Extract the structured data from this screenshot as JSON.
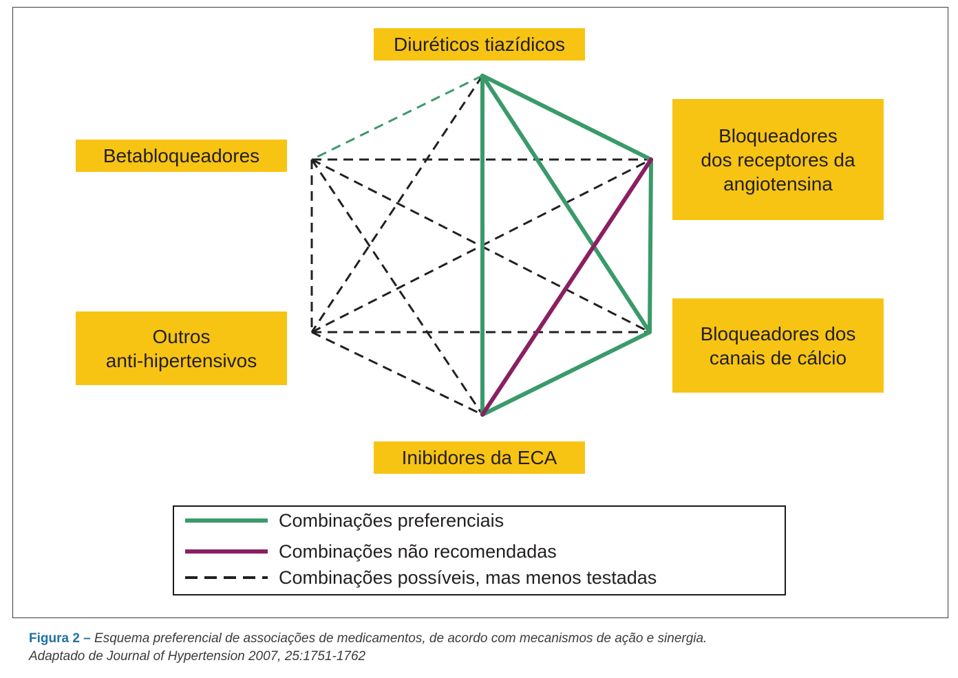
{
  "nodes": {
    "diureticos": "Diuréticos tiazídicos",
    "betabloqueadores": "Betabloqueadores",
    "bra": "Bloqueadores\ndos receptores da\nangiotensina",
    "outros": "Outros\nanti-hipertensivos",
    "bcc": "Bloqueadores dos\ncanais de cálcio",
    "eca": "Inibidores da ECA"
  },
  "legend": {
    "preferenciais": "Combinações preferenciais",
    "nao_recomendadas": "Combinações não recomendadas",
    "possiveis": "Combinações possíveis, mas menos testadas"
  },
  "caption": {
    "label": "Figura 2 –",
    "text": "Esquema preferencial de associações de medicamentos, de acordo com mecanismos de ação e sinergia.",
    "source": "Adaptado de Journal of Hypertension 2007, 25:1751-1762"
  },
  "colors": {
    "box": "#f7c413",
    "preferred": "#3a9a6a",
    "not_recommended": "#8a1f62",
    "possible": "#231f20"
  },
  "edges": [
    {
      "from": "diureticos",
      "to": "bra",
      "type": "preferred"
    },
    {
      "from": "diureticos",
      "to": "bcc",
      "type": "preferred"
    },
    {
      "from": "diureticos",
      "to": "eca",
      "type": "preferred"
    },
    {
      "from": "bra",
      "to": "bcc",
      "type": "preferred"
    },
    {
      "from": "bcc",
      "to": "eca",
      "type": "preferred"
    },
    {
      "from": "diureticos",
      "to": "betabloqueadores",
      "type": "preferred-dashed"
    },
    {
      "from": "bra",
      "to": "eca",
      "type": "not_recommended"
    },
    {
      "from": "diureticos",
      "to": "outros",
      "type": "possible"
    },
    {
      "from": "betabloqueadores",
      "to": "bra",
      "type": "possible"
    },
    {
      "from": "betabloqueadores",
      "to": "bcc",
      "type": "possible"
    },
    {
      "from": "betabloqueadores",
      "to": "eca",
      "type": "possible"
    },
    {
      "from": "betabloqueadores",
      "to": "outros",
      "type": "possible"
    },
    {
      "from": "outros",
      "to": "bra",
      "type": "possible"
    },
    {
      "from": "outros",
      "to": "bcc",
      "type": "possible"
    },
    {
      "from": "outros",
      "to": "eca",
      "type": "possible"
    }
  ]
}
